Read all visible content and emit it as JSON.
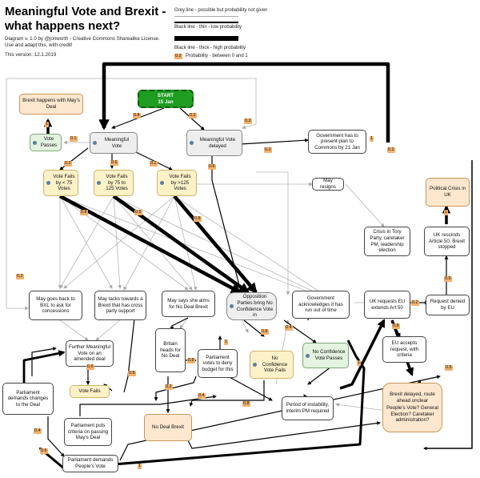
{
  "title": "Meaningful Vote and Brexit - what happens next?",
  "meta": {
    "description": "Diagram v. 1.0 by @jonworth - Creative Commons Sharealike License. Use and adapt this, with credit!",
    "version": "This version: 12.1.2019"
  },
  "legend": {
    "grey": "Grey line - possible but probability not given",
    "thin": "Black line - thin - low probability",
    "thick": "Black line - thick - high probability",
    "prob_sample": "0.2",
    "prob_text": "Probability - between 0 and 1"
  },
  "nodes": {
    "start_title": "START",
    "start_date": "15 Jan",
    "brexit_deal": "Brexit happens with May's Deal",
    "vote_passes": "Vote Passes",
    "meaningful_vote": "Meaningful Vote",
    "mv_delayed": "Meaningful Vote delayed",
    "gov_present": "Government has to present plan to Commons by 21 Jan",
    "fails_lt75": "Vote Fails by < 75 Votes",
    "fails_75_125": "Vote Fails by 75 to 125 Votes",
    "fails_gt125": "Vote Fails by >125 Votes",
    "may_resigns": "May resigns",
    "political_crisis": "Political Crisis in UK",
    "tory_crisis": "Crisis in Tory Party, caretaker PM, leadership election",
    "rescinds": "UK rescinds Article 50, Brexit stopped",
    "bxl": "May goes back to BXL to ask for concessions",
    "cross_party": "May tacks towards a Brexit that has cross party support",
    "no_deal_aim": "May says she aims for No Deal Brexit",
    "opp_confidence": "Opposition Parties bring No Confidence Vote in",
    "gov_acknowledges": "Government acknowledges it has run out of time",
    "extends": "UK requests EU extends Art 50",
    "denied": "Request denied by EU",
    "further_vote": "Further Meaningful Vote on an amended deal",
    "britain_heads": "Britain heads for No Deal",
    "parl_budget": "Parliament votes to deny budget for this",
    "nc_fails": "No Confidence Vote Fails",
    "nc_passes": "No Confidence Vote Passes",
    "eu_accepts": "EU accepts request, with criteria",
    "parl_demands_changes": "Parliament demands changes to the Deal",
    "vote_fails": "Vote Fails",
    "no_deal_brexit": "No Deal Brexit",
    "instability": "Period of instability, interim PM required",
    "delayed_route": "Brexit delayed, route ahead unclear",
    "delayed_route_q": "People's Vote? General Election? Caretaker administration?",
    "parl_criteria": "Parliament puts criteria on passing May's Deal",
    "peoples_vote": "Parliament demands People's Vote"
  },
  "probabilities": {
    "p_start_mv": "0.8",
    "p_start_delay": "0.2",
    "p_delay_ret": "0.2",
    "p_gov_present": "0.2",
    "p_mv_pass": "0.1",
    "p_pass_deal": "1",
    "p_mv_lt75": "0.2",
    "p_mv_75": "0.6",
    "p_mv_gt125": "0.2",
    "p_delay_down": "0.6",
    "p_left": "0.2",
    "p_lt75": "0.8",
    "p_75": "0.6",
    "p_gt125": "0.8",
    "p_ext_right": "0.2",
    "p_ext_down": "0.8",
    "p_denied_up": "0.5",
    "p_rescinds_up": "1",
    "p_opp_a": "0.6",
    "p_opp_b": "0.4",
    "p_further": "0.8",
    "p_vf": "0.6",
    "p_heads": "0.8",
    "p_heads_down": "0.2",
    "p_nodeal_a": "0.4",
    "p_nodeal_b": "0.8",
    "p_crit": "0.4",
    "p_pv": "0.6",
    "p_right": "0.5",
    "p_bottom": "1",
    "p_mid": "1"
  },
  "colors": {
    "start": "#1e9d21",
    "orange_node": "#fde8cf",
    "yellow_node": "#fdf1c8",
    "green_node": "#e4f2e0",
    "probability_tag": "#f2b06c",
    "info_icon": "#5a7fa0"
  }
}
